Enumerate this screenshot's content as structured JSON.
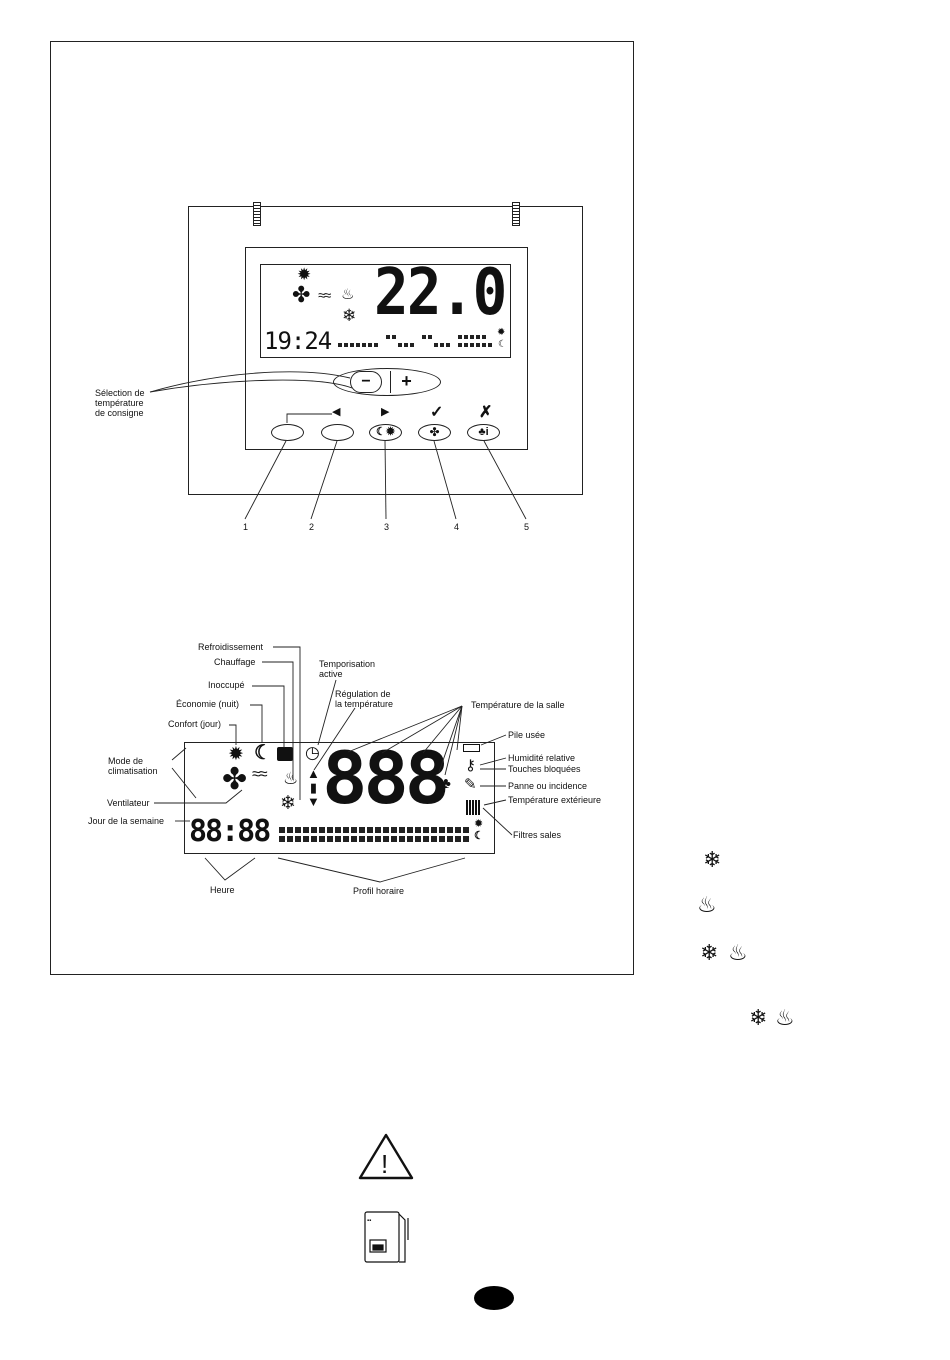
{
  "device": {
    "lcd_temperature": "22.0",
    "lcd_time": "19:24",
    "minus_label": "−",
    "plus_label": "+",
    "button_numbers": [
      "1",
      "2",
      "3",
      "4",
      "5"
    ]
  },
  "labels": {
    "selection": "Sélection de\ntempérature\nde consigne",
    "refroidissement": "Refroidissement",
    "chauffage": "Chauffage",
    "temporisation": "Temporisation\nactive",
    "inoccupe": "Inoccupé",
    "regulation": "Régulation de\nla température",
    "economie": "Économie (nuit)",
    "temperature_salle": "Température de la salle",
    "confort": "Confort (jour)",
    "pile_usee": "Pile usée",
    "mode_climatisation": "Mode de\nclimatisation",
    "humidite": "Humidité relative",
    "touches": "Touches bloquées",
    "panne": "Panne ou incidence",
    "ventilateur": "Ventilateur",
    "temperature_exterieure": "Température extérieure",
    "jour_semaine": "Jour de la semaine",
    "filtres": "Filtres sales",
    "heure": "Heure",
    "profil": "Profil horaire"
  },
  "legend_lcd": {
    "big_digits": "888",
    "small_digits": "88:88"
  },
  "icons": {
    "sun": "sun-icon",
    "moon": "moon-icon",
    "fan": "fan-icon",
    "heat": "heat-icon",
    "snow": "snowflake-icon",
    "warning": "warning-triangle-icon"
  }
}
